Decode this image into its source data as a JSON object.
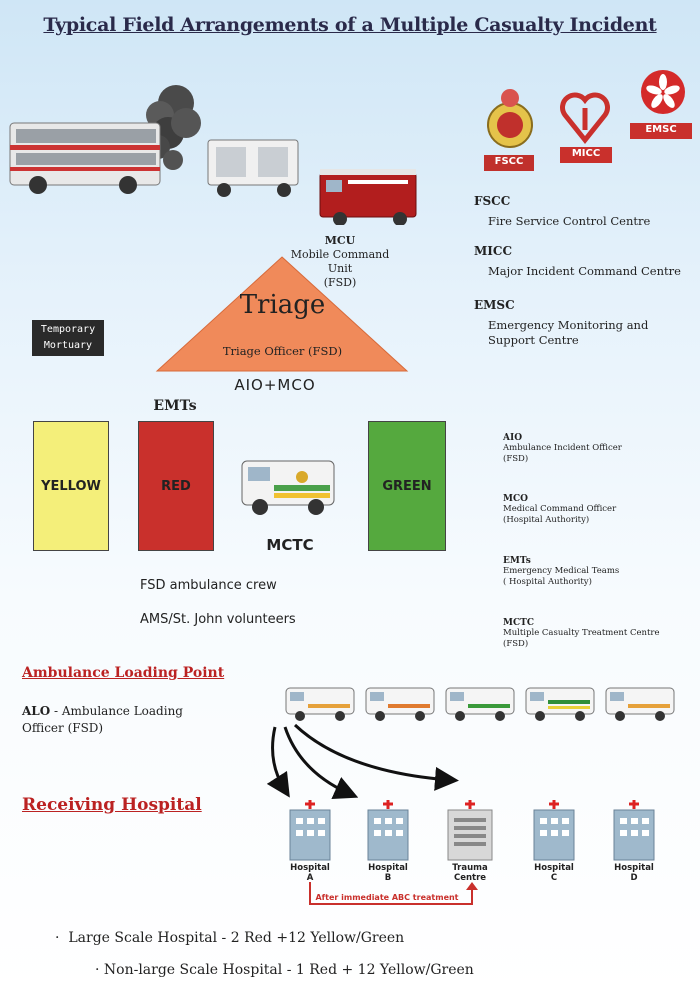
{
  "title": "Typical Field Arrangements of a Multiple Casualty Incident",
  "logos": {
    "fscc": "FSCC",
    "micc": "MICC",
    "emsc": "EMSC"
  },
  "legend_top": [
    {
      "abbr": "FSCC",
      "full": "Fire Service Control Centre"
    },
    {
      "abbr": "MICC",
      "full": "Major Incident Command Centre"
    },
    {
      "abbr": "EMSC",
      "full": "Emergency Monitoring and Support Centre"
    }
  ],
  "mcu": {
    "abbr": "MCU",
    "line1": "Mobile Command Unit",
    "line2": "(FSD)"
  },
  "triage": {
    "title": "Triage",
    "officer": "Triage Officer (FSD)"
  },
  "mortuary": {
    "line1": "Temporary",
    "line2": "Mortuary"
  },
  "aio_mco": "AIO+MCO",
  "emts": "EMTs",
  "zones": {
    "yellow": "YELLOW",
    "red": "RED",
    "green": "GREEN"
  },
  "mctc": "MCTC",
  "crew": {
    "line1": "FSD ambulance crew",
    "line2": "AMS/St. John volunteers"
  },
  "legend_right": [
    {
      "abbr": "AIO",
      "line1": "Ambulance Incident Officer",
      "line2": "(FSD)"
    },
    {
      "abbr": "MCO",
      "line1": "Medical Command Officer",
      "line2": "(Hospital Authority)"
    },
    {
      "abbr": "EMTs",
      "line1": "Emergency Medical Teams",
      "line2": "( Hospital Authority)"
    },
    {
      "abbr": "MCTC",
      "line1": "Multiple Casualty Treatment Centre",
      "line2": "(FSD)"
    }
  ],
  "loading": {
    "heading": "Ambulance Loading Point",
    "alo_abbr": "ALO",
    "alo_text1": " - Ambulance Loading",
    "alo_text2": "Officer (FSD)"
  },
  "receiving": {
    "heading": "Receiving Hospital"
  },
  "hospitals": [
    {
      "line1": "Hospital",
      "line2": "A"
    },
    {
      "line1": "Hospital",
      "line2": "B"
    },
    {
      "line1": "Trauma",
      "line2": "Centre"
    },
    {
      "line1": "Hospital",
      "line2": "C"
    },
    {
      "line1": "Hospital",
      "line2": "D"
    }
  ],
  "abc_note": "After immediate ABC treatment",
  "bullets": [
    {
      "label": "Large Scale Hospital",
      "value": "2 Red +12 Yellow/Green"
    },
    {
      "label": "Non-large Scale Hospital",
      "value": "1 Red + 12 Yellow/Green"
    }
  ],
  "colors": {
    "yellow_zone": "#f4ef7a",
    "red_zone": "#c9302c",
    "green_zone": "#55a93e",
    "triage_fill": "#f08a5a",
    "heading_red": "#b22222",
    "fire_red": "#b21e1e"
  }
}
